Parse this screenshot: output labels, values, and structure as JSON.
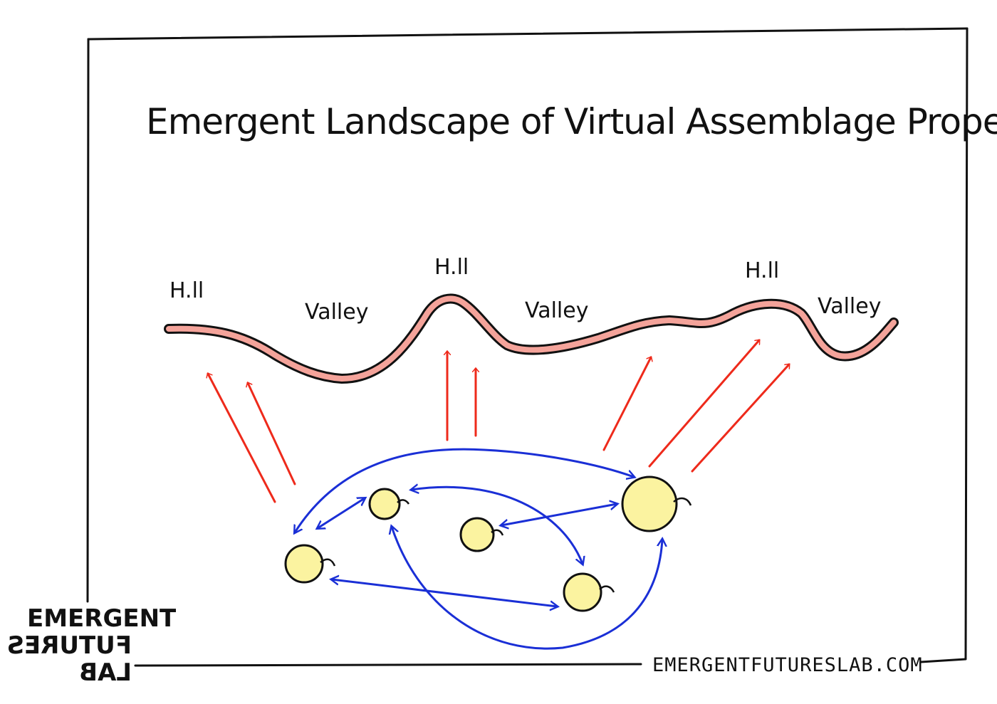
{
  "title": "Emergent Landscape of Virtual Assemblage Propensities",
  "landscape_labels": {
    "hill_1": "H.ll",
    "valley_1": "Valley",
    "hill_2": "H.ll",
    "valley_2": "Valley",
    "hill_3": "H.ll",
    "valley_3": "Valley"
  },
  "logo": {
    "line1": "EMERGENT",
    "line2": "FUTURES",
    "line3": "LAB"
  },
  "footer_url": "EMERGENTFUTURESLAB.COM",
  "colors": {
    "landscape_fill": "#f4a39a",
    "up_arrows": "#ee2a1b",
    "relations": "#1a2fd6",
    "nodes": "#fbf3a0",
    "ink": "#111111"
  }
}
